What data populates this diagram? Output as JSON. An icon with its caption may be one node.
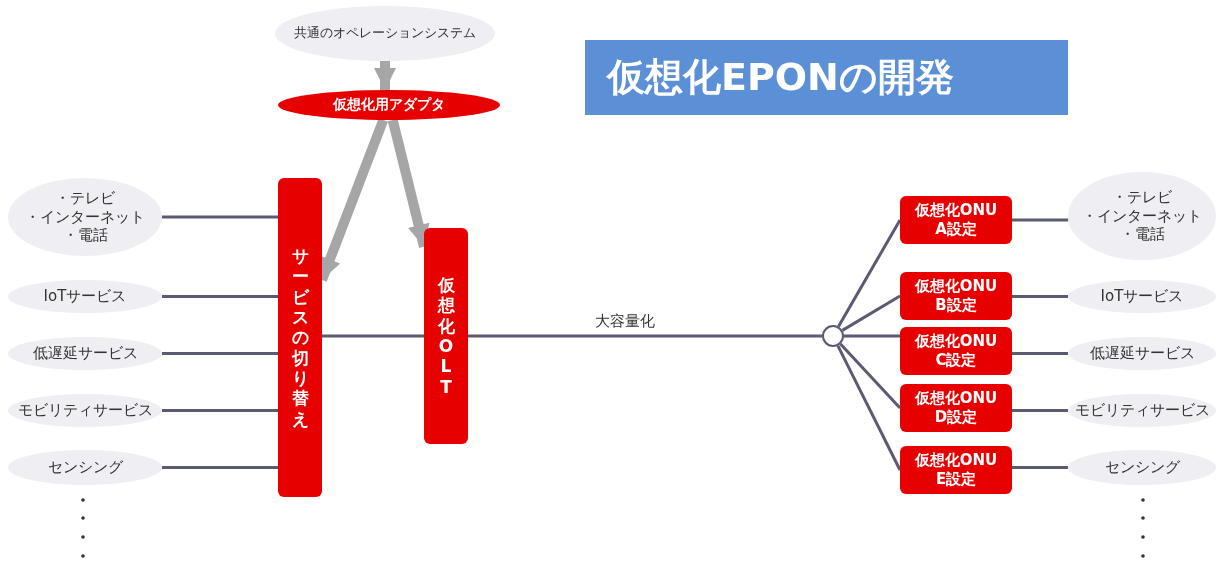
{
  "diagram": {
    "title": "仮想化EPONの開発",
    "nodes": [
      {
        "text": [
          "共通のオペレーションシステム"
        ]
      },
      {
        "text": [
          "仮想化用アダプタ"
        ]
      },
      {
        "text": [
          "サービスの切り替え"
        ]
      },
      {
        "text": [
          "仮想化OLT"
        ]
      },
      {
        "text": [
          "・テレビ",
          "・インターネット",
          "・電話"
        ]
      },
      {
        "text": [
          "IoTサービス"
        ]
      },
      {
        "text": [
          "低遅延サービス"
        ]
      },
      {
        "text": [
          "モビリティサービス"
        ]
      },
      {
        "text": [
          "センシング"
        ]
      },
      {
        "text": [],
        "shape": "circle"
      },
      {
        "text": [
          "仮想化ONU A設定"
        ]
      },
      {
        "text": [
          "仮想化ONU B設定"
        ]
      },
      {
        "text": [
          "仮想化ONU C設定"
        ]
      },
      {
        "text": [
          "仮想化ONU D設定"
        ]
      },
      {
        "text": [
          "仮想化ONU E設定"
        ]
      },
      {
        "text": [
          "・テレビ",
          "・インターネット",
          "・電話"
        ]
      },
      {
        "text": [
          "IoTサービス"
        ]
      },
      {
        "text": [
          "低遅延サービス"
        ]
      },
      {
        "text": [
          "モビリティサービス"
        ]
      },
      {
        "text": [
          "センシング"
        ]
      }
    ],
    "edges": [
      {
        "from": 0,
        "to": 1,
        "arrow": "to",
        "style": "thick",
        "color": "#a6a6a6"
      },
      {
        "from": 1,
        "to": 2,
        "arrow": "to",
        "style": "thick",
        "color": "#a6a6a6"
      },
      {
        "from": 1,
        "to": 3,
        "arrow": "to",
        "style": "thick",
        "color": "#a6a6a6"
      },
      {
        "from": 4,
        "to": 2,
        "arrow": "none"
      },
      {
        "from": 5,
        "to": 2,
        "arrow": "none"
      },
      {
        "from": 6,
        "to": 2,
        "arrow": "none"
      },
      {
        "from": 7,
        "to": 2,
        "arrow": "none"
      },
      {
        "from": 8,
        "to": 2,
        "arrow": "none"
      },
      {
        "from": 2,
        "to": 3,
        "arrow": "none"
      },
      {
        "from": 3,
        "to": 9,
        "arrow": "none",
        "label": "大容量化"
      },
      {
        "from": 9,
        "to": 10,
        "arrow": "none"
      },
      {
        "from": 9,
        "to": 11,
        "arrow": "none"
      },
      {
        "from": 9,
        "to": 12,
        "arrow": "none"
      },
      {
        "from": 9,
        "to": 13,
        "arrow": "none"
      },
      {
        "from": 9,
        "to": 14,
        "arrow": "none"
      },
      {
        "from": 10,
        "to": 15,
        "arrow": "none"
      },
      {
        "from": 11,
        "to": 16,
        "arrow": "none"
      },
      {
        "from": 12,
        "to": 17,
        "arrow": "none"
      },
      {
        "from": 13,
        "to": 18,
        "arrow": "none"
      },
      {
        "from": 14,
        "to": 19,
        "arrow": "none"
      }
    ]
  }
}
